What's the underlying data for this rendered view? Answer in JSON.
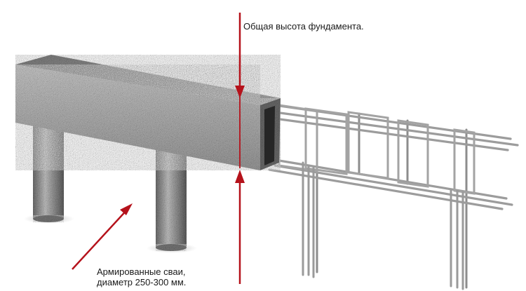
{
  "labels": {
    "total_height": "Общая высота фундамента.",
    "piles_line1": "Армированные сваи,",
    "piles_line2": "диаметр 250-300 мм."
  },
  "colors": {
    "arrow": "#b5121b",
    "concrete": "#8a8a8a",
    "rebar": "#9a9a9a"
  }
}
